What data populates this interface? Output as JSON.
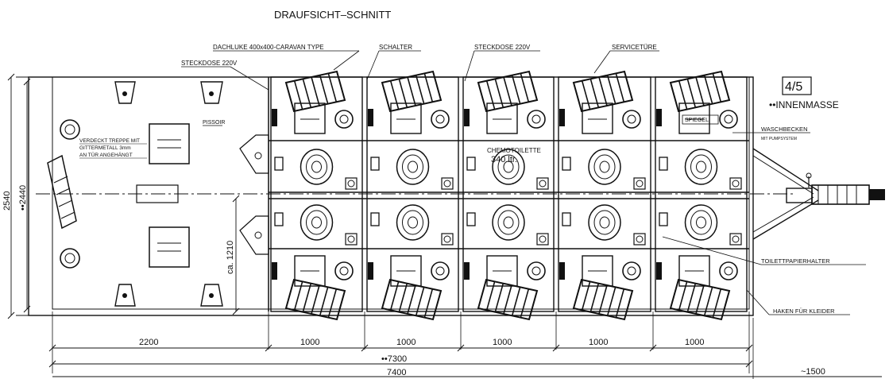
{
  "title": "DRAUFSICHT–SCHNITT",
  "scale_box": "4/5",
  "note_innenmasse": "••INNENMASSE",
  "labels": {
    "dachluke": "DACHLUKE 400x400-CARAVAN TYPE",
    "schalter": "SCHALTER",
    "steckdose_top": "STECKDOSE 220V",
    "servicetuere": "SERVICETÜRE",
    "steckdose_left": "STECKDOSE 220V",
    "pissoir": "PISSOIR",
    "treppe_1": "VERDECKT TREPPE MIT",
    "treppe_2": "GITTERMETALL 3mm",
    "treppe_3": "AN TÜR ANGEHÄNGT",
    "chemie_1": "CHEMOTOILETTE",
    "chemie_2": "340 ltr.",
    "spiegel": "SPIEGEL",
    "waschbecken": "WASCHBECKEN",
    "waschbecken_sub": "MIT PUMPSYSTEM",
    "toilettenpapier": "TOILETTPAPIERHALTER",
    "haken": "HAKEN FÜR KLEIDER"
  },
  "dimensions": {
    "width_outer": "2540",
    "width_inner": "••2440",
    "ca_1210": "ca. 1210",
    "d_2200": "2200",
    "d_cabins": [
      "1000",
      "1000",
      "1000",
      "1000",
      "1000"
    ],
    "d_7300": "••7300",
    "d_7400": "7400",
    "d_1500": "~1500"
  }
}
